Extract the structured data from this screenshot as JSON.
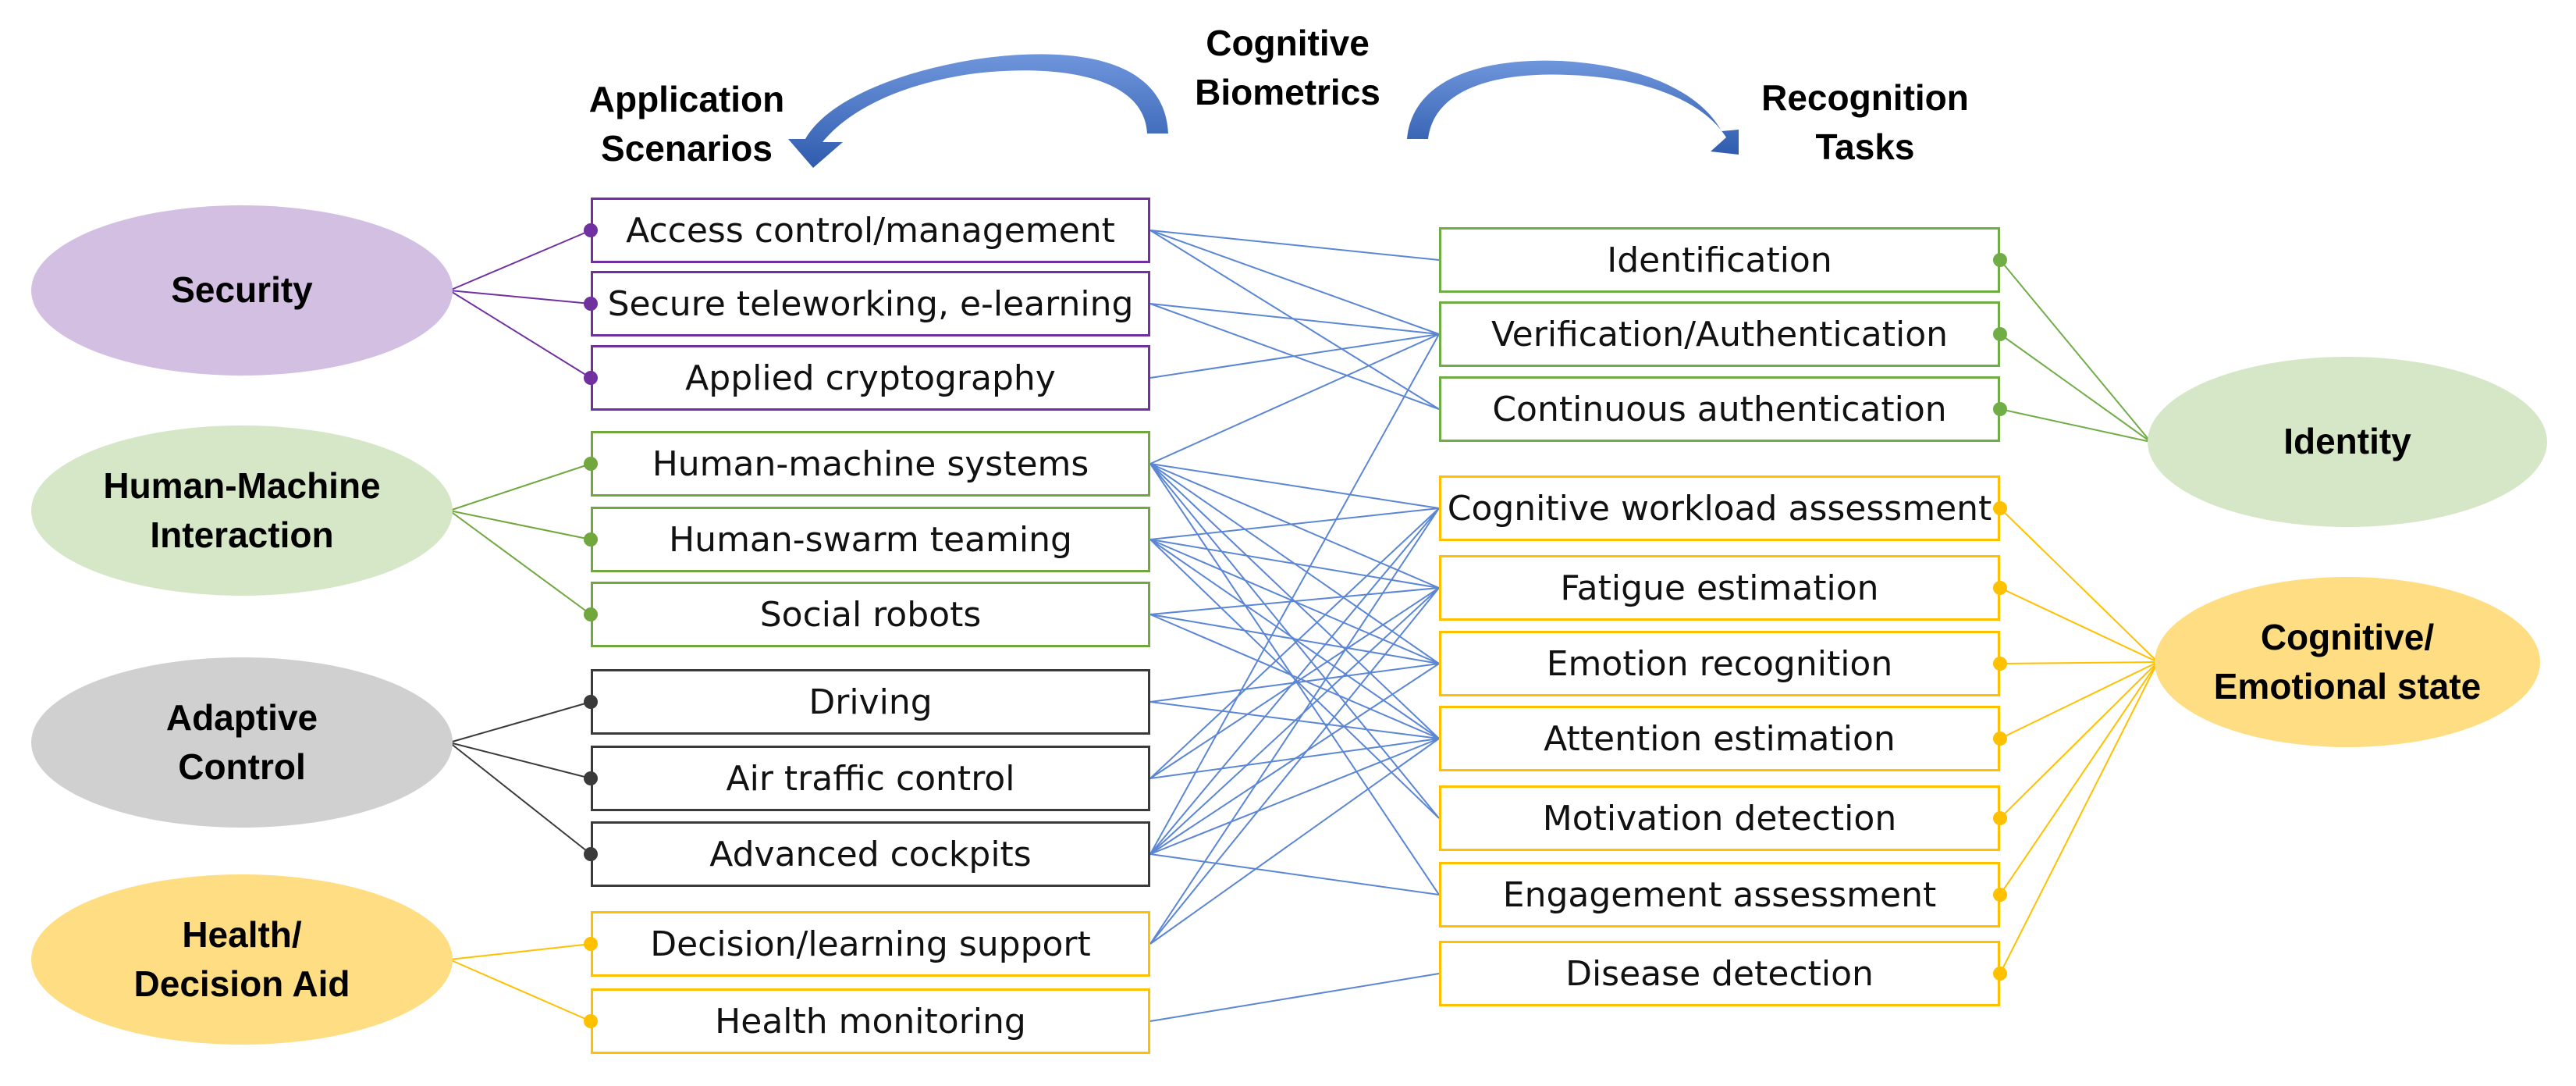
{
  "colors": {
    "security": "#7030a0",
    "security_fill": "#d3bfe2",
    "hmi": "#70a83e",
    "hmi_fill": "#d6e7c8",
    "adaptive": "#3a3a3a",
    "adaptive_fill": "#d0d0d0",
    "health": "#ffc000",
    "health_fill": "#ffdd82",
    "identity": "#70ad47",
    "identity_fill": "#d6e7c8",
    "cognitive": "#ffc000",
    "cognitive_fill": "#ffdd82",
    "link": "#5b86d4",
    "arrow": "#4472c4"
  },
  "headings": {
    "center_line1": "Cognitive",
    "center_line2": "Biometrics",
    "left_line1": "Application",
    "left_line2": "Scenarios",
    "right_line1": "Recognition",
    "right_line2": "Tasks"
  },
  "groups": [
    {
      "id": "security",
      "line1": "Security",
      "line2": ""
    },
    {
      "id": "hmi",
      "line1": "Human-Machine",
      "line2": "Interaction"
    },
    {
      "id": "adaptive",
      "line1": "Adaptive",
      "line2": "Control"
    },
    {
      "id": "health",
      "line1": "Health/",
      "line2": "Decision Aid"
    }
  ],
  "categories": [
    {
      "id": "identity",
      "line1": "Identity",
      "line2": ""
    },
    {
      "id": "cognitive",
      "line1": "Cognitive/",
      "line2": "Emotional state"
    }
  ],
  "scenarios": [
    {
      "label": "Access control/management",
      "group": "security"
    },
    {
      "label": "Secure teleworking, e-learning",
      "group": "security"
    },
    {
      "label": "Applied cryptography",
      "group": "security"
    },
    {
      "label": "Human-machine systems",
      "group": "hmi"
    },
    {
      "label": "Human-swarm teaming",
      "group": "hmi"
    },
    {
      "label": "Social robots",
      "group": "hmi"
    },
    {
      "label": "Driving",
      "group": "adaptive"
    },
    {
      "label": "Air traffic control",
      "group": "adaptive"
    },
    {
      "label": "Advanced cockpits",
      "group": "adaptive"
    },
    {
      "label": "Decision/learning support",
      "group": "health"
    },
    {
      "label": "Health monitoring",
      "group": "health"
    }
  ],
  "tasks": [
    {
      "label": "Identification",
      "category": "identity"
    },
    {
      "label": "Verification/Authentication",
      "category": "identity"
    },
    {
      "label": "Continuous authentication",
      "category": "identity"
    },
    {
      "label": "Cognitive workload assessment",
      "category": "cognitive"
    },
    {
      "label": "Fatigue estimation",
      "category": "cognitive"
    },
    {
      "label": "Emotion recognition",
      "category": "cognitive"
    },
    {
      "label": "Attention estimation",
      "category": "cognitive"
    },
    {
      "label": "Motivation detection",
      "category": "cognitive"
    },
    {
      "label": "Engagement assessment",
      "category": "cognitive"
    },
    {
      "label": "Disease detection",
      "category": "cognitive"
    }
  ],
  "links": [
    [
      0,
      0
    ],
    [
      0,
      1
    ],
    [
      0,
      2
    ],
    [
      1,
      1
    ],
    [
      1,
      2
    ],
    [
      2,
      1
    ],
    [
      3,
      1
    ],
    [
      3,
      3
    ],
    [
      3,
      4
    ],
    [
      3,
      5
    ],
    [
      3,
      6
    ],
    [
      3,
      7
    ],
    [
      3,
      8
    ],
    [
      4,
      3
    ],
    [
      4,
      4
    ],
    [
      4,
      5
    ],
    [
      4,
      6
    ],
    [
      4,
      7
    ],
    [
      5,
      4
    ],
    [
      5,
      5
    ],
    [
      5,
      6
    ],
    [
      6,
      5
    ],
    [
      6,
      6
    ],
    [
      7,
      3
    ],
    [
      7,
      4
    ],
    [
      7,
      6
    ],
    [
      8,
      1
    ],
    [
      8,
      3
    ],
    [
      8,
      4
    ],
    [
      8,
      5
    ],
    [
      8,
      6
    ],
    [
      8,
      8
    ],
    [
      9,
      3
    ],
    [
      9,
      4
    ],
    [
      9,
      6
    ],
    [
      10,
      9
    ]
  ]
}
